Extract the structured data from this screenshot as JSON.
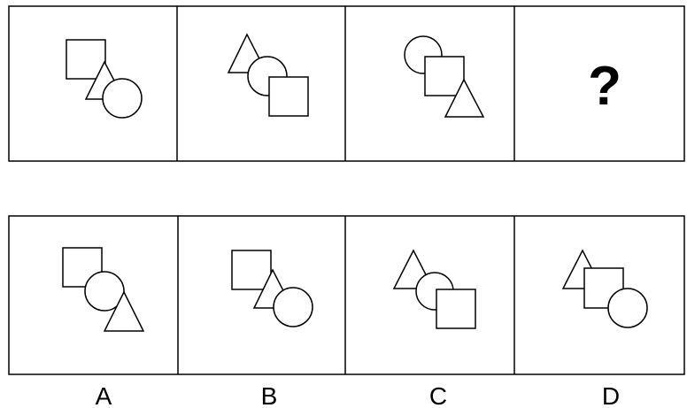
{
  "question": {
    "unknown_mark": "?"
  },
  "options": {
    "labels": [
      "A",
      "B",
      "C",
      "D"
    ]
  }
}
